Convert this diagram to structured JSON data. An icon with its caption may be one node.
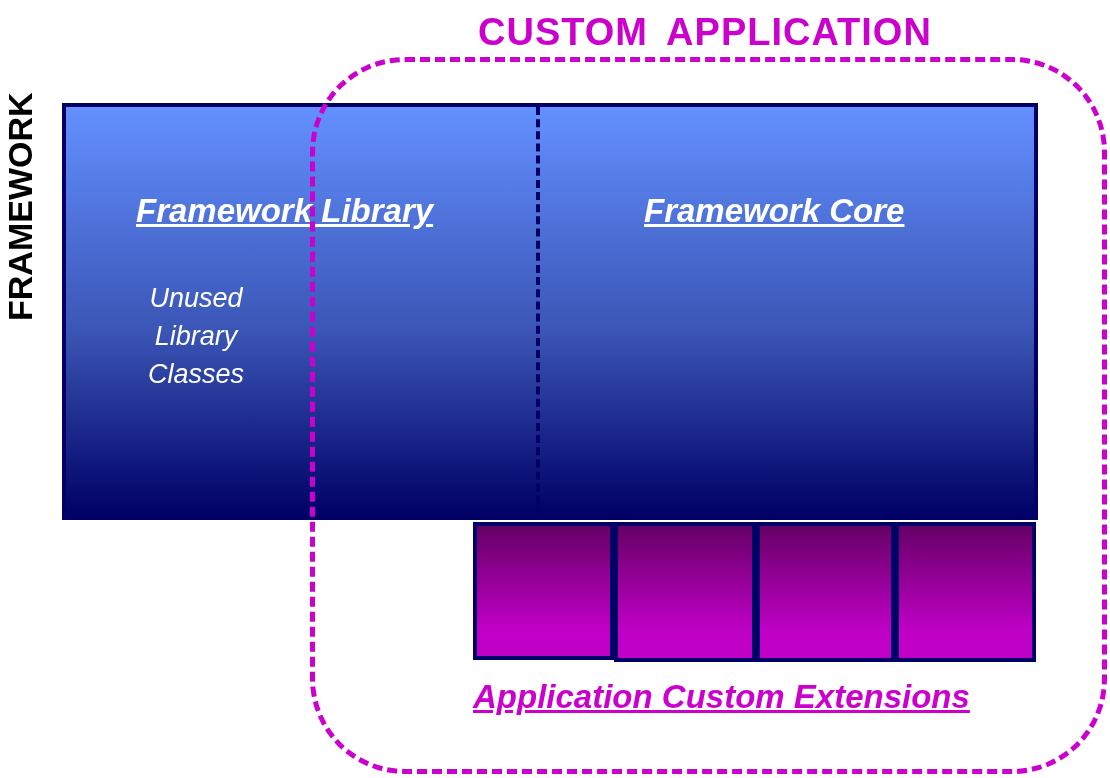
{
  "diagram": {
    "nodes": [
      {
        "text": [
          "FRAMEWORK"
        ]
      },
      {
        "text": [
          "Framework Library",
          "Unused Library Classes"
        ],
        "in": 0
      },
      {
        "text": [
          "Framework Core"
        ]
      },
      {
        "text": [
          "CUSTOM APPLICATION",
          "Application Custom Extensions"
        ]
      },
      {
        "text": [],
        "shape": "box",
        "in": 3
      },
      {
        "text": [],
        "shape": "box",
        "in": 3
      },
      {
        "text": [],
        "shape": "box",
        "in": 3
      },
      {
        "text": [],
        "shape": "box",
        "in": 3
      }
    ]
  }
}
